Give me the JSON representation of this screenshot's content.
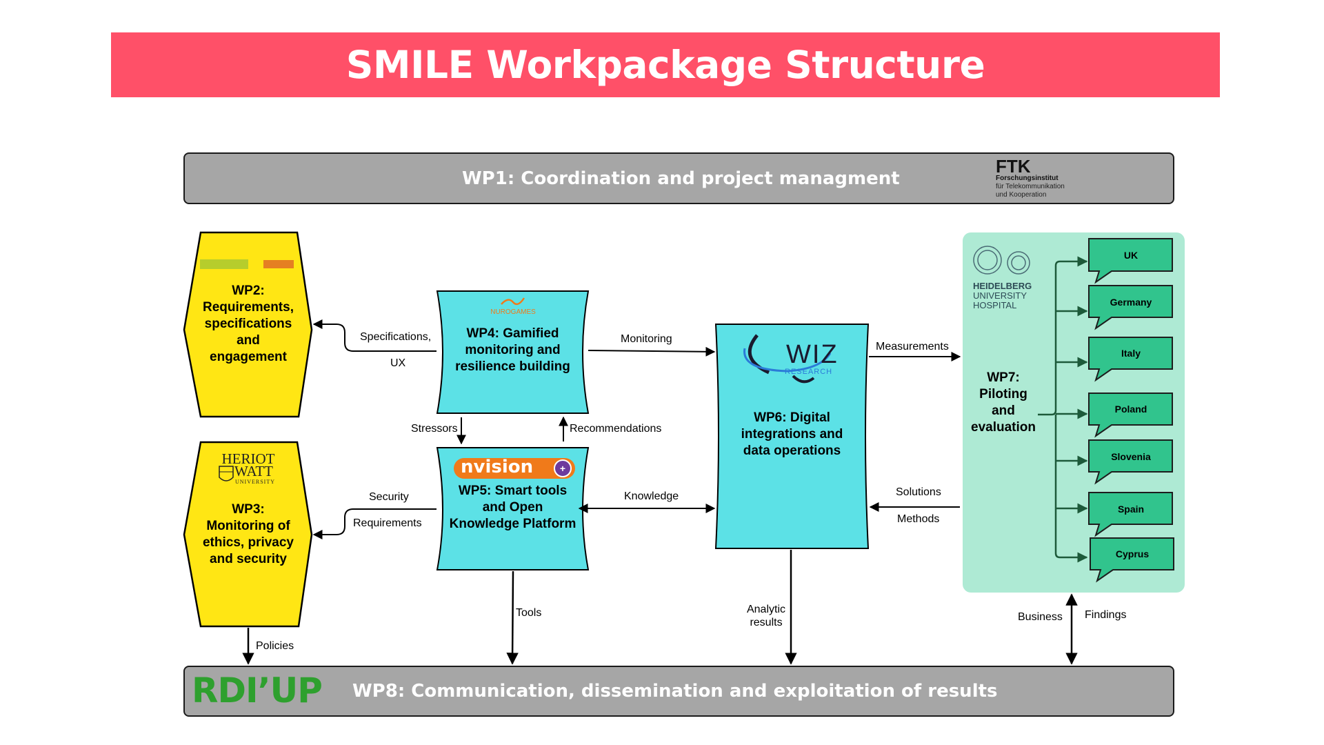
{
  "title": "SMILE Workpackage Structure",
  "colors": {
    "banner": "#ff5068",
    "bar": "#a6a6a6",
    "wp_yellow": "#ffe614",
    "wp_cyan": "#5ce1e6",
    "wp7_panel": "#aeead4",
    "country": "#31c48d",
    "rdi_green": "#2ea02e"
  },
  "wp1": {
    "label": "WP1: Coordination and project managment",
    "logo_name": "FTK",
    "logo_line1": "Forschungsinstitut",
    "logo_line2": "für Telekommunikation",
    "logo_line3": "und Kooperation"
  },
  "wp2": {
    "line1": "WP2:",
    "line2": "Requirements,",
    "line3": "specifications",
    "line4": "and",
    "line5": "engagement"
  },
  "wp3": {
    "line1": "WP3:",
    "line2": "Monitoring of",
    "line3": "ethics, privacy",
    "line4": "and security",
    "logo_line1": "HERIOT",
    "logo_line2": "WATT",
    "logo_line3": "UNIVERSITY"
  },
  "wp4": {
    "line1": "WP4:  Gamified",
    "line2": "monitoring and",
    "line3": "resilience building",
    "logo": "NUROGAMES"
  },
  "wp5": {
    "line1": "WP5: Smart tools",
    "line2": "and Open",
    "line3": "Knowledge Platform",
    "logo": "nvision"
  },
  "wp6": {
    "line1": "WP6:  Digital",
    "line2": "integrations and",
    "line3": "data operations",
    "logo": "WIZ",
    "logo_sub": "RESEARCH"
  },
  "wp7": {
    "line1": "WP7:",
    "line2": "Piloting",
    "line3": "and",
    "line4": "evaluation",
    "logo_line1": "HEIDELBERG",
    "logo_line2": "UNIVERSITY",
    "logo_line3": "HOSPITAL",
    "countries": [
      "UK",
      "Germany",
      "Italy",
      "Poland",
      "Slovenia",
      "Spain",
      "Cyprus"
    ]
  },
  "wp8": {
    "label": "WP8: Communication, dissemination and exploitation of results",
    "logo": "RDI’UP"
  },
  "arrows": {
    "specifications": "Specifications,",
    "ux": "UX",
    "security": "Security",
    "requirements": "Requirements",
    "monitoring": "Monitoring",
    "stressors": "Stressors",
    "recommendations": "Recommendations",
    "knowledge": "Knowledge",
    "measurements": "Measurements",
    "solutions": "Solutions",
    "methods": "Methods",
    "tools": "Tools",
    "analytic1": "Analytic",
    "analytic2": "results",
    "policies": "Policies",
    "business": "Business",
    "findings": "Findings"
  }
}
